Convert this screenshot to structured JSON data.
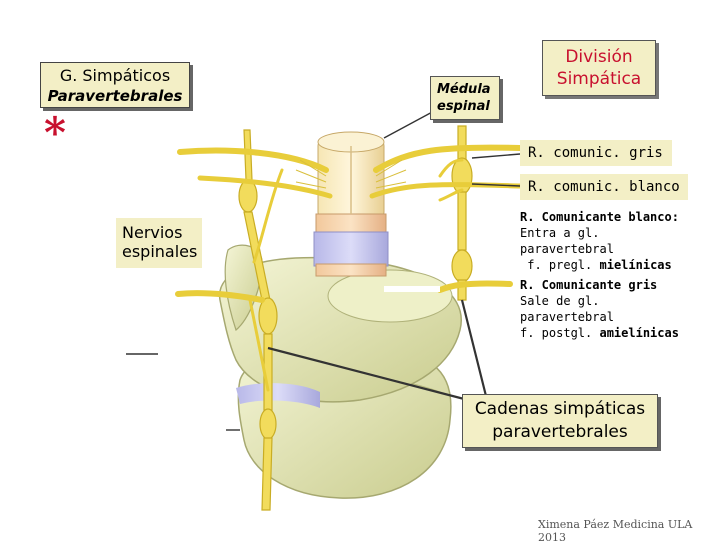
{
  "labels": {
    "g_simpaticos": "G. Simpáticos",
    "paravertebrales": "Paravertebrales",
    "asterisk": "*",
    "medula_1": "Médula",
    "medula_2": "espinal",
    "division_1": "División",
    "division_2": "Simpática",
    "comunic_gris": "R. comunic. gris",
    "comunic_blanco": "R. comunic. blanco",
    "nervios_1": "Nervios",
    "nervios_2": "espinales",
    "cadenas_1": "Cadenas simpáticas",
    "cadenas_2": "paravertebrales"
  },
  "definitions": {
    "blanco": {
      "title": "R. Comunicante blanco:",
      "line1": "Entra a gl. paravertebral",
      "line2_prefix": "f. pregl.",
      "line2_bold": "mielínicas"
    },
    "gris": {
      "title": "R. Comunicante gris",
      "line1": "Sale de gl. paravertebral",
      "line2_prefix": "f. postgl.",
      "line2_bold": "amielínicas"
    }
  },
  "credit": "Ximena Páez Medicina ULA 2013",
  "colors": {
    "accent_red": "#c8102e",
    "label_bg": "#f3efc6",
    "nerve_yellow": "#f2dc5c",
    "bone": "#e6e8b8"
  }
}
